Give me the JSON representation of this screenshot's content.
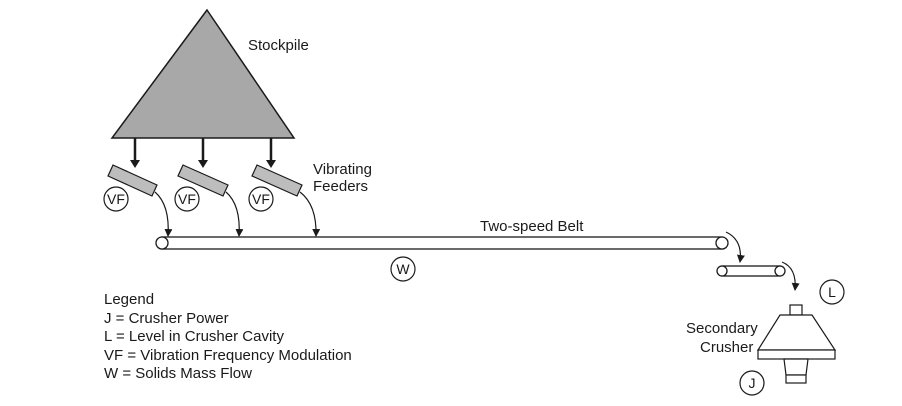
{
  "labels": {
    "stockpile": "Stockpile",
    "vibrating_feeders": [
      "Vibrating",
      "Feeders"
    ],
    "belt": "Two-speed Belt",
    "secondary_crusher": [
      "Secondary",
      "Crusher"
    ]
  },
  "instrument_tags": {
    "feeder_1": "VF",
    "feeder_2": "VF",
    "feeder_3": "VF",
    "belt_flow": "W",
    "level": "L",
    "power": "J"
  },
  "legend": {
    "title": "Legend",
    "items": [
      "J = Crusher Power",
      "L = Level in Crusher Cavity",
      "VF = Vibration Frequency Modulation",
      "W = Solids Mass Flow"
    ]
  }
}
